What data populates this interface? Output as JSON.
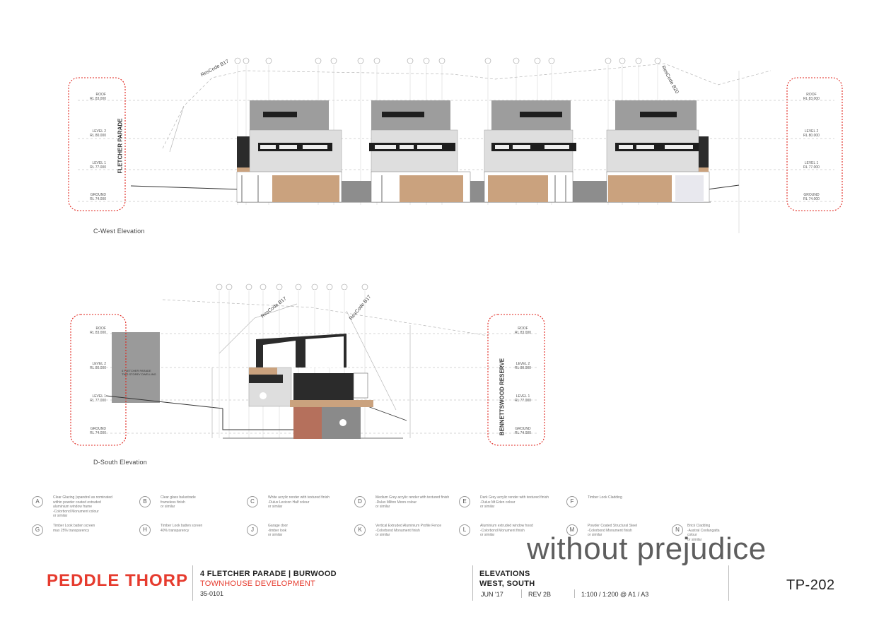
{
  "elevations": {
    "west": {
      "label": "C-West Elevation",
      "left_street": "FLETCHER PARADE",
      "rescode_left": "ResCode B17",
      "rescode_right": "ResCode B20",
      "left_levels": [
        {
          "name": "ROOF",
          "rl": "RL 83.000"
        },
        {
          "name": "LEVEL 2",
          "rl": "RL 80.000"
        },
        {
          "name": "LEVEL 1",
          "rl": "RL 77.000"
        },
        {
          "name": "GROUND",
          "rl": "RL 74.000"
        }
      ],
      "right_levels": [
        {
          "name": "ROOF",
          "rl": "RL 83.000"
        },
        {
          "name": "LEVEL 2",
          "rl": "RL 80.000"
        },
        {
          "name": "LEVEL 1",
          "rl": "RL 77.000"
        },
        {
          "name": "GROUND",
          "rl": "RL 74.000"
        }
      ],
      "markers": [
        "F",
        "E",
        "A",
        "C",
        "D",
        "K",
        "L",
        "N",
        "C",
        "E",
        "E",
        "D",
        "C",
        "A",
        "F",
        "A",
        "E"
      ]
    },
    "south": {
      "label": "D-South Elevation",
      "right_street": "BENNETTSWOOD RESERVE",
      "rescode_left": "ResCode B17",
      "rescode_right": "ResCode B17",
      "neighbour_note": "4 FLETCHER PARADE\nTWO STOREY DWELLING",
      "left_levels": [
        {
          "name": "ROOF",
          "rl": "RL 83.000"
        },
        {
          "name": "LEVEL 2",
          "rl": "RL 80.000"
        },
        {
          "name": "LEVEL 1",
          "rl": "RL 77.000"
        },
        {
          "name": "GROUND",
          "rl": "RL 74.000"
        }
      ],
      "right_levels": [
        {
          "name": "ROOF",
          "rl": "RL 83.000"
        },
        {
          "name": "LEVEL 2",
          "rl": "RL 80.000"
        },
        {
          "name": "LEVEL 1",
          "rl": "RL 77.000"
        },
        {
          "name": "GROUND",
          "rl": "RL 74.000"
        }
      ],
      "markers": [
        "C",
        "M",
        "E",
        "F",
        "A",
        "A",
        "C",
        "E",
        "H",
        "E"
      ]
    }
  },
  "legend": [
    {
      "code": "A",
      "text": "Clear Glazing (spandrel as nominated\nwithin powder coated extruded\naluminium window frame\n-Colorbond Monument colour\nor similar"
    },
    {
      "code": "B",
      "text": "Clear glass balustrade\nframeless finish\nor similar"
    },
    {
      "code": "C",
      "text": "White acrylic render with textured finish\n-Dulux Lexicon Half colour\nor similar"
    },
    {
      "code": "D",
      "text": "Medium Grey acrylic render with textured finish\n-Dulux Milton Moon colour\nor similar"
    },
    {
      "code": "E",
      "text": "Dark Grey acrylic render with textured finish\n-Dulux Mt Eden colour\nor similar"
    },
    {
      "code": "F",
      "text": "Timber Look Cladding"
    },
    {
      "code": "G",
      "text": "Timber Look batten screen\nmax 25% transparency"
    },
    {
      "code": "H",
      "text": "Timber Look batten screen\n40% transparency"
    },
    {
      "code": "J",
      "text": "Garage door\n-timber look\nor similar"
    },
    {
      "code": "K",
      "text": "Vertical Extruded Aluminium Profile Fence\n-Colorbond Monument finish\nor similar"
    },
    {
      "code": "L",
      "text": "Aluminium extruded window hood\n-Colorbond Monument finish\nor similar"
    },
    {
      "code": "M",
      "text": "Powder Coated Structural Steel\n-Colorbond Monument finish\nor similar"
    },
    {
      "code": "N",
      "text": "Brick Cladding\n-Austral Coolangatta colour\nor similar"
    }
  ],
  "watermark": "without prejudice",
  "title_block": {
    "logo": "PEDDLE THORP",
    "project_title": "4 FLETCHER PARADE  |  BURWOOD",
    "project_sub": "TOWNHOUSE DEVELOPMENT",
    "project_no": "35-0101",
    "sheet_title": "ELEVATIONS",
    "sheet_sub": "WEST, SOUTH",
    "date": "JUN '17",
    "rev": "REV  2B",
    "scale": "1:100 / 1:200 @ A1 / A3",
    "drawing_no": "TP-202"
  },
  "colors": {
    "accent_red": "#e63b2e",
    "concrete": "#9d9d9d",
    "render_light": "#dedede",
    "dark_band": "#2b2b2b",
    "timber": "#caa27e",
    "cloud": "#e0231b"
  }
}
